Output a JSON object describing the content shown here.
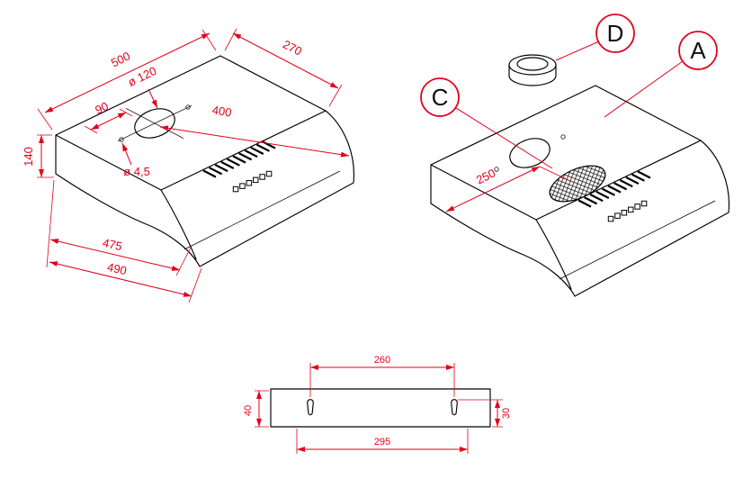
{
  "colors": {
    "dimension_red": "#e2001a",
    "line_black": "#000000",
    "background": "#ffffff"
  },
  "views": {
    "dimensioned": {
      "dims": {
        "top_edge_width": "500",
        "top_edge_depth": "270",
        "duct_hole_dia": "ø 120",
        "hole_to_side": "400",
        "hole_to_front": "90",
        "body_height": "140",
        "screw_hole_dia": "ø 4,5",
        "bottom_inner_width": "475",
        "bottom_outer_width": "490"
      }
    },
    "labeled": {
      "dims": {
        "filter_offset": "250"
      },
      "part_labels": {
        "duct_collar": "D",
        "hood_body": "A",
        "grease_filter": "C"
      }
    },
    "mounting": {
      "dims": {
        "hole_pitch": "260",
        "outer_pitch": "295",
        "left_edge_offset": "40",
        "right_edge_offset": "30"
      }
    }
  }
}
